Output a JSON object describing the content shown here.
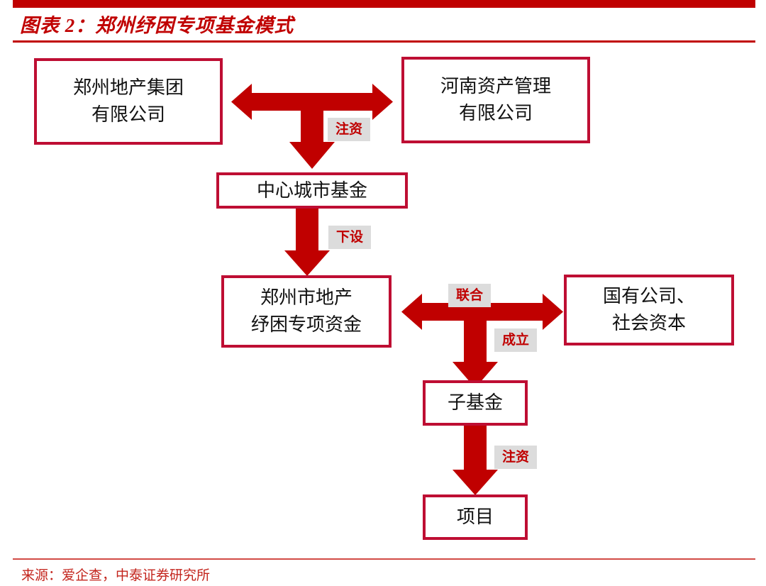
{
  "header": {
    "title": "图表 2：郑州纾困专项基金模式",
    "accent_color": "#C00000"
  },
  "footer": {
    "source": "来源：爱企查，中泰证券研究所",
    "rule_color": "#D24B46"
  },
  "diagram": {
    "type": "flowchart",
    "box_border_color": "#BE0E33",
    "arrow_color": "#C00000",
    "label_bg_color": "#DCDCDC",
    "label_text_color": "#C00000",
    "nodes": [
      {
        "id": "zhengzhou-dichan",
        "label": "郑州地产集团\n有限公司"
      },
      {
        "id": "henan-zichan",
        "label": "河南资产管理\n有限公司"
      },
      {
        "id": "zhongxin-jijin",
        "label": "中心城市基金"
      },
      {
        "id": "shukun-zijin",
        "label": "郑州市地产\n纾困专项资金"
      },
      {
        "id": "guoyou-shehui",
        "label": "国有公司、\n社会资本"
      },
      {
        "id": "zijijin",
        "label": "子基金"
      },
      {
        "id": "xiangmu",
        "label": "项目"
      }
    ],
    "edges": [
      {
        "id": "zhuzi-top",
        "label": "注资",
        "from": "zhengzhou-dichan / henan-zichan",
        "to": "zhongxin-jijin"
      },
      {
        "id": "xiashe",
        "label": "下设",
        "from": "zhongxin-jijin",
        "to": "shukun-zijin"
      },
      {
        "id": "lianhe",
        "label": "联合",
        "from": "shukun-zijin",
        "to": "guoyou-shehui"
      },
      {
        "id": "chengli",
        "label": "成立",
        "from": "shukun-zijin / guoyou-shehui",
        "to": "zijijin"
      },
      {
        "id": "zhuzi-bot",
        "label": "注资",
        "from": "zijijin",
        "to": "xiangmu"
      }
    ]
  }
}
